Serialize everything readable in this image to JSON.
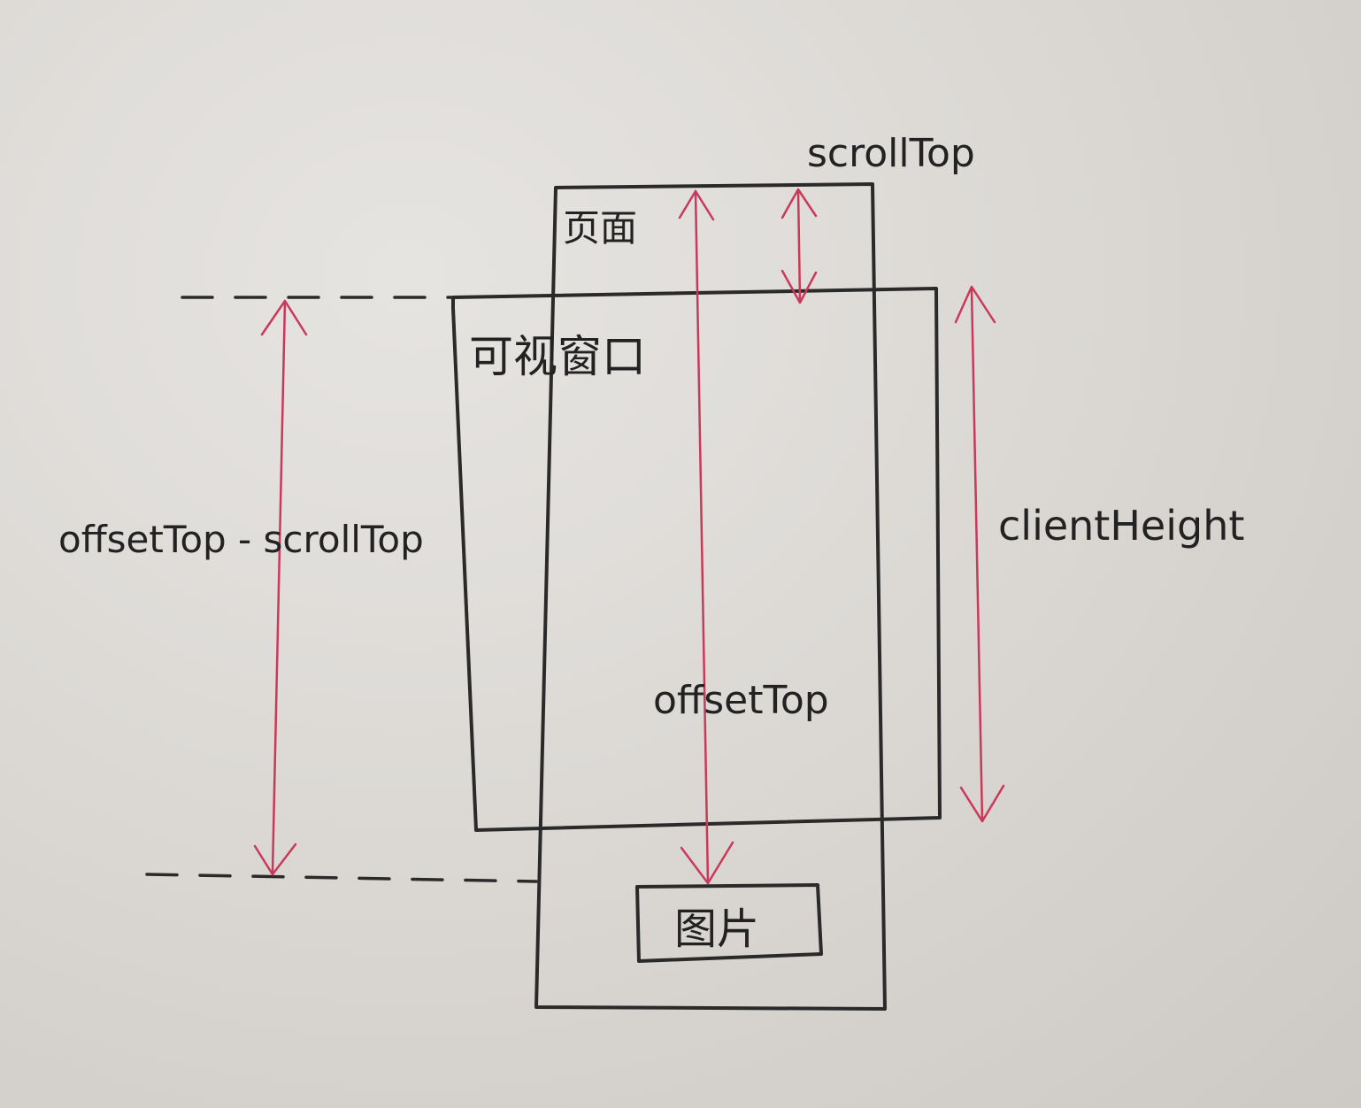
{
  "labels": {
    "page": "页面",
    "viewport": "可视窗口",
    "image": "图片",
    "scroll_top": "scrollTop",
    "client_height": "clientHeight",
    "offset_top": "offsetTop",
    "offset_minus_scroll": "offsetTop - scrollTop"
  },
  "colors": {
    "paper": "#dcd9d5",
    "ink": "#2a2a2a",
    "arrow": "#c8395a"
  }
}
